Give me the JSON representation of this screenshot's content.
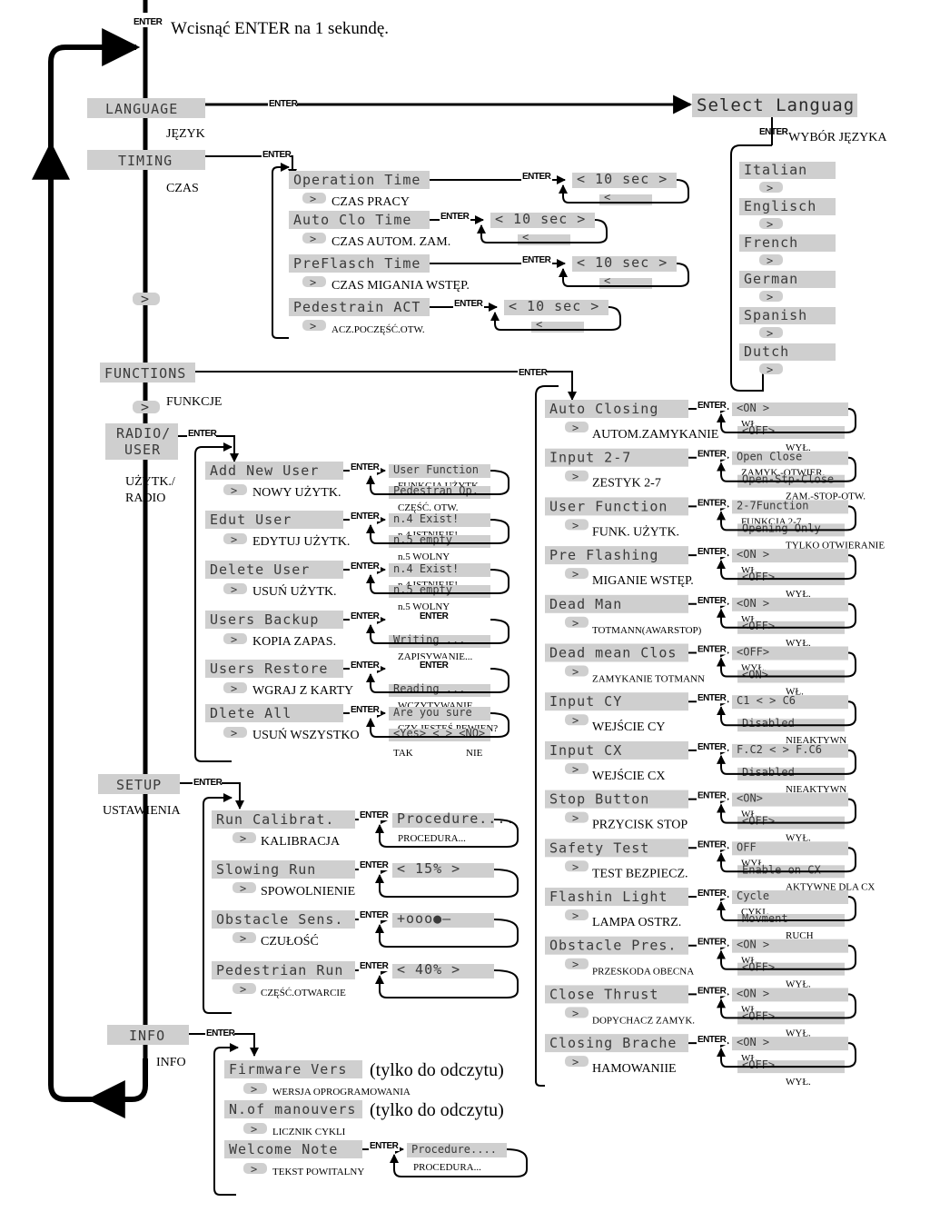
{
  "top_instruction": "Wcisnąć ENTER na 1 sekundę.",
  "enter_label": "ENTER",
  "arrow_glyph": ">",
  "language": {
    "menu": "LANGUAGE",
    "label": "JĘZYK",
    "select": "Select Languag",
    "select_label": "WYBÓR JĘZYKA",
    "options": [
      "Italian",
      "Englisch",
      "French",
      "German",
      "Spanish",
      "Dutch"
    ]
  },
  "timing": {
    "menu": "TIMING",
    "label": "CZAS",
    "items": [
      {
        "name": "Operation Time",
        "label": "CZAS PRACY",
        "value": "< 10 sec >"
      },
      {
        "name": "Auto Clo Time",
        "label": "CZAS AUTOM. ZAM.",
        "value": "< 10 sec >"
      },
      {
        "name": "PreFlasch Time",
        "label": "CZAS MIGANIA WSTĘP.",
        "value": "< 10 sec >"
      },
      {
        "name": "Pedestrain ACT",
        "label": "ACZ.POCZĘŚĆ.OTW.",
        "value": "< 10 sec >"
      }
    ],
    "value_back": "<"
  },
  "functions": {
    "menu": "FUNCTIONS",
    "label": "FUNKCJE",
    "items": [
      {
        "name": "Auto Closing",
        "label": "AUTOM.ZAMYKANIE",
        "opt1": "<ON >",
        "opt1_label": "WŁ.",
        "opt2": "<OFF>",
        "opt2_label": "WYŁ."
      },
      {
        "name": "Input 2-7",
        "label": "ZESTYK 2-7",
        "opt1": "Open Close",
        "opt1_label": "ZAMYK.-OTWIER.",
        "opt2": "Open-Stp-Close",
        "opt2_label": "ZAM.-STOP-OTW."
      },
      {
        "name": "User Function",
        "label": "FUNK. UŻYTK.",
        "opt1": "2-7Function",
        "opt1_label": "FUNKCJA 2-7",
        "opt2": "Opening Only",
        "opt2_label": "TYLKO OTWIERANIE"
      },
      {
        "name": "Pre Flashing",
        "label": "MIGANIE WSTĘP.",
        "opt1": "<ON >",
        "opt1_label": "WŁ.",
        "opt2": "<OFF>",
        "opt2_label": "WYŁ."
      },
      {
        "name": "Dead Man",
        "label": "TOTMANN(AWARSTOP)",
        "opt1": "<ON >",
        "opt1_label": "WŁ.",
        "opt2": "<OFF>",
        "opt2_label": "WYŁ."
      },
      {
        "name": "Dead mean Clos",
        "label": "ZAMYKANIE TOTMANN",
        "opt1": "<OFF>",
        "opt1_label": "WYŁ.",
        "opt2": "<ON>",
        "opt2_label": "WŁ."
      },
      {
        "name": "Input CY",
        "label": "WEJŚCIE CY",
        "opt1": "C1  <  >  C6",
        "opt1_label": "",
        "opt2": "Disabled",
        "opt2_label": "NIEAKTYWN"
      },
      {
        "name": "Input CX",
        "label": "WEJŚCIE CX",
        "opt1": "F.C2 <  > F.C6",
        "opt1_label": "",
        "opt2": "Disabled",
        "opt2_label": "NIEAKTYWN"
      },
      {
        "name": "Stop Button",
        "label": "PRZYCISK STOP",
        "opt1": "<ON>",
        "opt1_label": "WŁ.",
        "opt2": "<OFF>",
        "opt2_label": "WYŁ."
      },
      {
        "name": "Safety Test",
        "label": "TEST BEZPIECZ.",
        "opt1": "OFF",
        "opt1_label": "WYŁ.",
        "opt2": "Enable on CX",
        "opt2_label": "AKTYWNE DLA CX"
      },
      {
        "name": "Flashin Light",
        "label": "LAMPA OSTRZ.",
        "opt1": "Cycle",
        "opt1_label": "CYKL",
        "opt2": "Movment",
        "opt2_label": "RUCH"
      },
      {
        "name": "Obstacle Pres.",
        "label": "PRZESKODA OBECNA",
        "opt1": "<ON >",
        "opt1_label": "WŁ.",
        "opt2": "<OFF>",
        "opt2_label": "WYŁ."
      },
      {
        "name": "Close Thrust",
        "label": "DOPYCHACZ ZAMYK.",
        "opt1": "<ON >",
        "opt1_label": "WŁ.",
        "opt2": "<OFF>",
        "opt2_label": "WYŁ."
      },
      {
        "name": "Closing Brache",
        "label": "HAMOWANIIE",
        "opt1": "<ON >",
        "opt1_label": "WŁ.",
        "opt2": "<OFF>",
        "opt2_label": "WYŁ."
      }
    ],
    "nav": "<"
  },
  "radio": {
    "menu1": "RADIO/",
    "menu2": "USER",
    "label1": "UŻYTK./",
    "label2": "RADIO",
    "items": [
      {
        "name": "Add New User",
        "label": "NOWY UŻYTK.",
        "top": "User Function",
        "top_label": "FUNKCJA UŻYTK.",
        "bottom": "Pedestran Op.",
        "bottom_label": "CZĘŚĆ. OTW."
      },
      {
        "name": "Edut User",
        "label": "EDYTUJ UŻYTK.",
        "top": "n.4 Exist!",
        "top_label": "n.4 ISTNIEJE!",
        "bottom": "n.5 empty",
        "bottom_label": "n.5 WOLNY"
      },
      {
        "name": "Delete User",
        "label": "USUŃ UŻYTK.",
        "top": "n.4  Exist!",
        "top_label": "n.4 ISTNIEJE!",
        "bottom": "n.5 empty",
        "bottom_label": "n.5 WOLNY"
      },
      {
        "name": "Users Backup",
        "label": "KOPIA ZAPAS.",
        "top": "",
        "top_label": "",
        "bottom": "Writing ...",
        "bottom_label": "ZAPISYWANIE..."
      },
      {
        "name": "Users Restore",
        "label": "WGRAJ Z KARTY",
        "top": "",
        "top_label": "",
        "bottom": "Reading ...",
        "bottom_label": "WCZYTYWANIE..."
      },
      {
        "name": "Dlete All",
        "label": "USUŃ WSZYSTKO",
        "top": "Are you sure",
        "top_label": "CZY JESTEŚ PEWIEN?",
        "bottom": "<Yes> < > <NO>",
        "bottom_label": ""
      }
    ],
    "yes_label": "TAK",
    "no_label": "NIE",
    "nav": "< >"
  },
  "setup": {
    "menu": "SETUP",
    "label": "USTAWIENIA",
    "items": [
      {
        "name": "Run Calibrat.",
        "label": "KALIBRACJA",
        "value": "Procedure....",
        "value_label": "PROCEDURA..."
      },
      {
        "name": "Slowing Run",
        "label": "SPOWOLNIENIE",
        "value": "< 15% >",
        "value_label": ""
      },
      {
        "name": "Obstacle Sens.",
        "label": "CZUŁOŚĆ",
        "value": "+ooo●—",
        "value_label": ""
      },
      {
        "name": "Pedestrian Run",
        "label": "CZĘŚĆ.OTWARCIE",
        "value": "< 40% >",
        "value_label": ""
      }
    ]
  },
  "info": {
    "menu": "INFO",
    "label": "INFO",
    "items": [
      {
        "name": "Firmware Vers",
        "label": "WERSJA OPROGRAMOWANIA",
        "note": "(tylko do odczytu)"
      },
      {
        "name": "N.of manouvers",
        "label": "LICZNIK CYKLI",
        "note": "(tylko do odczytu)"
      },
      {
        "name": "Welcome Note",
        "label": "TEKST POWITALNY",
        "value": "Procedure....",
        "value_label": "PROCEDURA..."
      }
    ]
  },
  "colors": {
    "lcd": "#cfcfcf",
    "line": "#000000"
  }
}
